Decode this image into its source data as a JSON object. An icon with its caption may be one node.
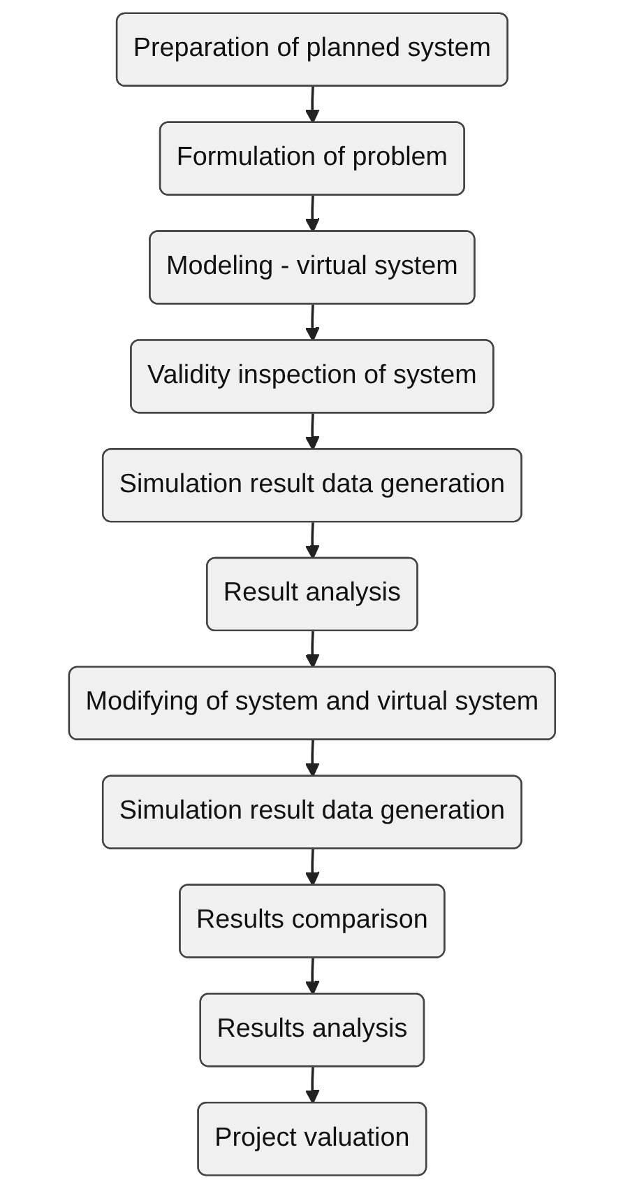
{
  "diagram": {
    "nodes": [
      {
        "text": [
          "Preparation of planned system"
        ]
      },
      {
        "text": [
          "Formulation of problem"
        ]
      },
      {
        "text": [
          "Modeling - virtual system"
        ]
      },
      {
        "text": [
          "Validity inspection of system"
        ]
      },
      {
        "text": [
          "Simulation result data generation"
        ]
      },
      {
        "text": [
          "Result analysis"
        ]
      },
      {
        "text": [
          "Modifying of system and virtual system"
        ]
      },
      {
        "text": [
          "Simulation result data generation"
        ]
      },
      {
        "text": [
          "Results comparison"
        ]
      },
      {
        "text": [
          "Results analysis"
        ]
      },
      {
        "text": [
          "Project valuation"
        ]
      }
    ],
    "edges": [
      {
        "from": 0,
        "to": 1,
        "arrow": "to"
      },
      {
        "from": 1,
        "to": 2,
        "arrow": "to"
      },
      {
        "from": 2,
        "to": 3,
        "arrow": "to"
      },
      {
        "from": 3,
        "to": 4,
        "arrow": "to"
      },
      {
        "from": 4,
        "to": 5,
        "arrow": "to"
      },
      {
        "from": 5,
        "to": 6,
        "arrow": "to"
      },
      {
        "from": 6,
        "to": 7,
        "arrow": "to"
      },
      {
        "from": 7,
        "to": 8,
        "arrow": "to"
      },
      {
        "from": 8,
        "to": 9,
        "arrow": "to"
      },
      {
        "from": 9,
        "to": 10,
        "arrow": "to"
      }
    ]
  }
}
